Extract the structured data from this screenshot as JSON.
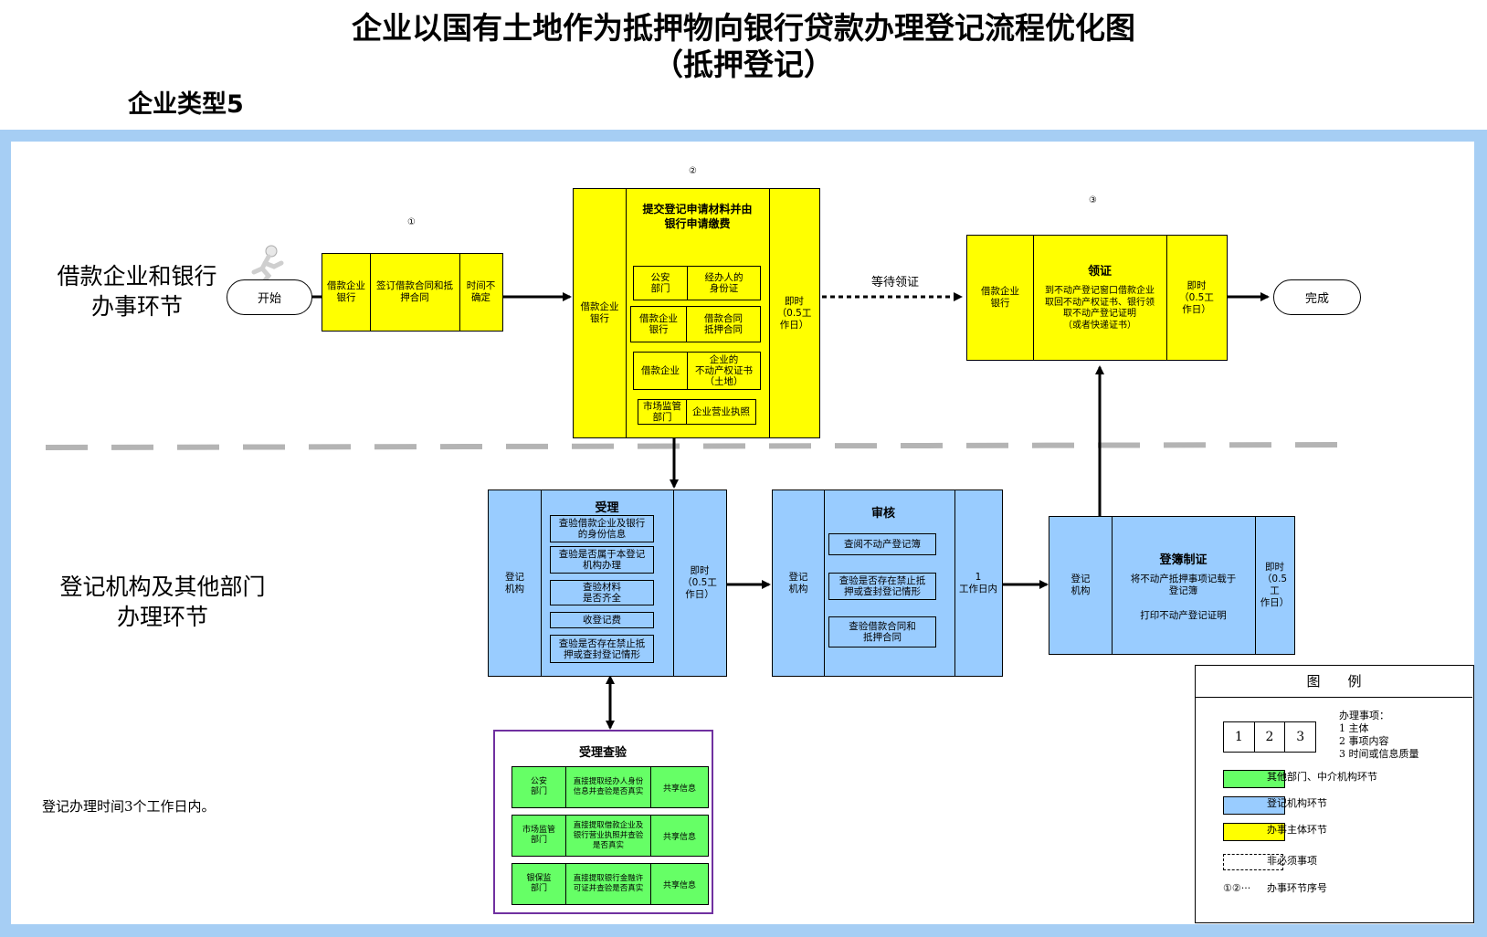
{
  "title": {
    "line1": "企业以国有土地作为抵押物向银行贷款办理登记流程优化图",
    "line2": "（抵押登记）",
    "subtitle": "企业类型5"
  },
  "lanes": {
    "top": "借款企业和银行\n办事环节",
    "bottom": "登记机构及其他部门\n办理环节"
  },
  "nodes": {
    "start": "开始",
    "end": "完成"
  },
  "step1": {
    "num": "①",
    "subject": "借款企业\n银行",
    "content": "签订借款合同和抵\n押合同",
    "time": "时间不\n确定"
  },
  "step2": {
    "num": "②",
    "subject": "借款企业\n银行",
    "title": "提交登记申请材料并由\n银行申请缴费",
    "time": "即时\n（0.5工\n作日）",
    "items": [
      {
        "left": "公安\n部门",
        "right": "经办人的\n身份证"
      },
      {
        "left": "借款企业\n银行",
        "right": "借款合同\n抵押合同"
      },
      {
        "left": "借款企业",
        "right": "企业的\n不动产权证书\n（土地）"
      },
      {
        "left": "市场监管\n部门",
        "right": "企业营业执照"
      }
    ]
  },
  "wait_label": "等待领证",
  "step3": {
    "num": "③",
    "subject": "借款企业\n银行",
    "title": "领证",
    "content": "到不动产登记窗口借款企业\n取回不动产权证书、银行领\n取不动产登记证明\n（或者快递证书）",
    "time": "即时\n（0.5工\n作日）"
  },
  "accept": {
    "subject": "登记\n机构",
    "title": "受理",
    "items": [
      "查验借款企业及银行\n的身份信息",
      "查验是否属于本登记\n机构办理",
      "查验材料\n是否齐全",
      "收登记费",
      "查验是否存在禁止抵\n押或查封登记情形"
    ],
    "time": "即时\n（0.5工\n作日）"
  },
  "review": {
    "subject": "登记\n机构",
    "title": "审核",
    "items": [
      "查阅不动产登记簿",
      "查验是否存在禁止抵\n押或查封登记情形",
      "查验借款合同和\n抵押合同"
    ],
    "time": "1\n工作日内"
  },
  "register": {
    "subject": "登记\n机构",
    "title": "登簿制证",
    "content1": "将不动产抵押事项记载于\n登记簿",
    "content2": "打印不动产登记证明",
    "time": "即时\n（0.5\n工\n作日）"
  },
  "verify": {
    "title": "受理查验",
    "rows": [
      {
        "dept": "公安\n部门",
        "content": "直接提取经办人身份\n信息并查验是否真实",
        "share": "共享信息"
      },
      {
        "dept": "市场监管\n部门",
        "content": "直接提取借款企业及\n银行营业执照并查验\n是否真实",
        "share": "共享信息"
      },
      {
        "dept": "银保监\n部门",
        "content": "直接提取银行金融许\n可证并查验是否真实",
        "share": "共享信息"
      }
    ]
  },
  "note": "登记办理时间3个工作日内。",
  "legend": {
    "title": "图　　例",
    "cells": [
      "1",
      "2",
      "3"
    ],
    "explain": "办理事项：\n1 主体\n2 事项内容\n3 时间或信息质量",
    "green": "其他部门、中介机构环节",
    "blue": "登记机构环节",
    "yellow": "办事主体环节",
    "dashed": "非必须事项",
    "seq_symbol": "①②···",
    "seq": "办事环节序号"
  },
  "colors": {
    "yellow": "#ffff00",
    "blue": "#99ccff",
    "green": "#66ff66",
    "frame": "#a6cef4",
    "verify_border": "#7030a0",
    "divider": "#b4b4b4"
  }
}
